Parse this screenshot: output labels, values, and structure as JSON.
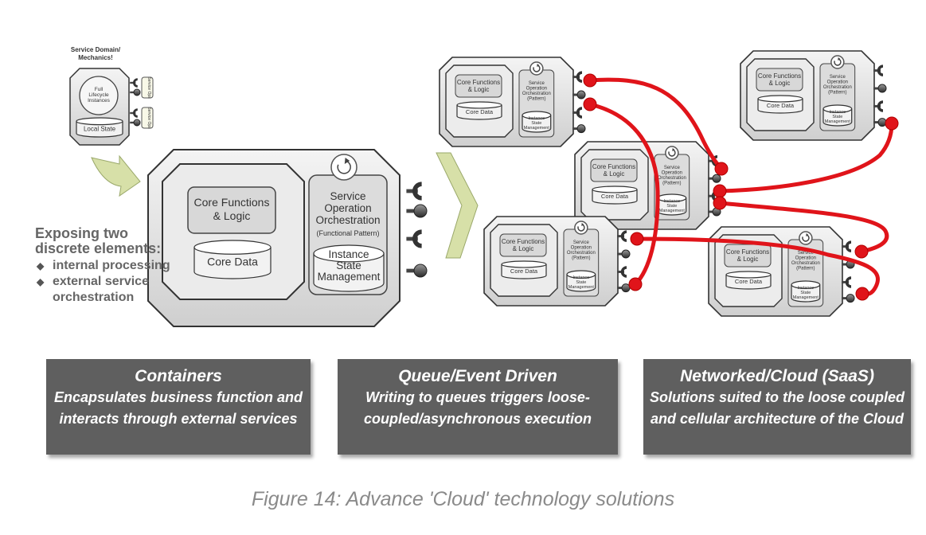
{
  "service_domain_mechanics": {
    "title": "Service Domain/ Mechanics!",
    "inner_circle": "Full Lifecycle Instances",
    "local_state": "Local State",
    "side_tab_top": "Service Ops",
    "side_tab_bottom": "Service Ops"
  },
  "container_large": {
    "core_functions": "Core Functions & Logic",
    "core_data": "Core Data",
    "orchestration_title": "Service Operation Orchestration",
    "functional_pattern": "(Functional Pattern)",
    "instance_state": "Instance State Management"
  },
  "container_small": {
    "core_functions": "Core Functions & Logic",
    "core_data": "Core Data",
    "orchestration": "Service Operation Orchestration (Pattern)",
    "instance_state": "Instance State Management"
  },
  "exposing": {
    "heading": "Exposing two discrete elements:",
    "bullets": [
      "internal processing",
      "external service orchestration"
    ]
  },
  "panels": [
    {
      "title": "Containers",
      "body": "Encapsulates business function and interacts through external services"
    },
    {
      "title": "Queue/Event Driven",
      "body": "Writing to queues triggers loose-coupled/asynchronous execution"
    },
    {
      "title": "Networked/Cloud (SaaS)",
      "body": "Solutions suited to the loose coupled and cellular architecture of the Cloud"
    }
  ],
  "caption": "Figure 14: Advance 'Cloud' technology solutions",
  "colors": {
    "panel_bg": "#5f5f5f",
    "connector_red": "#e0141a",
    "arrow_green": "#d7e0a8",
    "box_fill": "#e4e4e4",
    "box_stroke": "#333333"
  }
}
